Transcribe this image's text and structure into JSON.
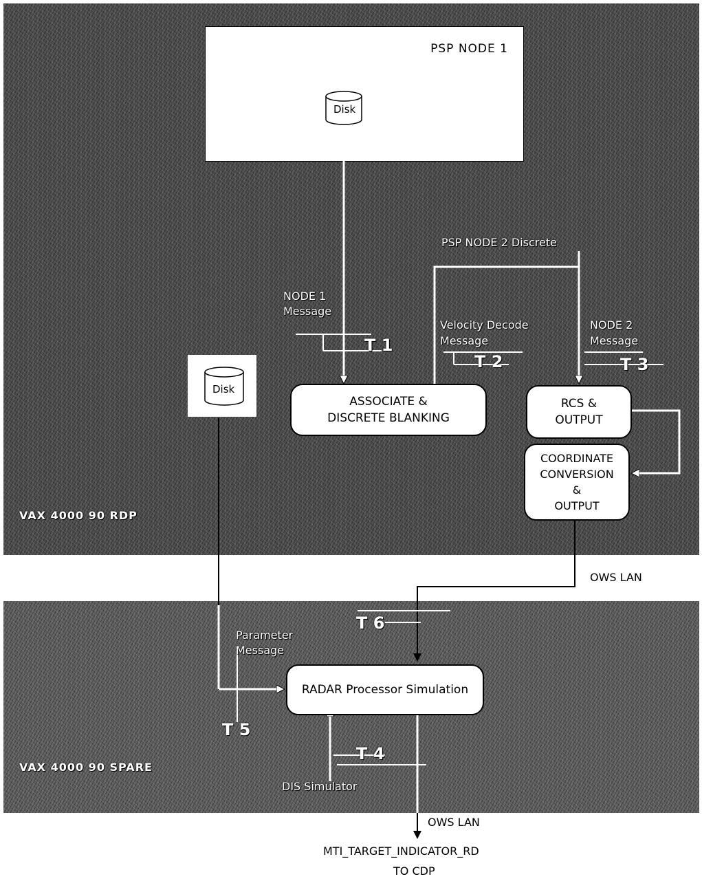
{
  "psp_node1": {
    "title": "PSP NODE 1",
    "disk_label": "Disk"
  },
  "vax_rdp": {
    "disk_label": "Disk",
    "label": "VAX 4000 90 RDP"
  },
  "vax_spare": {
    "label": "VAX 4000 90 SPARE"
  },
  "processes": {
    "associate": [
      "ASSOCIATE &",
      "DISCRETE BLANKING"
    ],
    "rcs": [
      "RCS &",
      "OUTPUT"
    ],
    "coord": [
      "COORDINATE",
      "CONVERSION",
      "&",
      "OUTPUT"
    ],
    "radar": "RADAR Processor Simulation"
  },
  "messages": {
    "psp_node2_discrete": "PSP NODE 2 Discrete",
    "node1": [
      "NODE 1",
      "Message"
    ],
    "velocity": [
      "Velocity Decode",
      "Message"
    ],
    "node2": [
      "NODE 2",
      "Message"
    ],
    "parameter": [
      "Parameter",
      "Message"
    ],
    "dis_simulator": "DIS Simulator"
  },
  "taps": {
    "t1": "T 1",
    "t2": "T 2",
    "t3": "T 3",
    "t4": "T 4",
    "t5": "T 5",
    "t6": "T 6"
  },
  "network": {
    "ows_lan_1": "OWS LAN",
    "ows_lan_2": "OWS LAN"
  },
  "output": {
    "line1": "MTI_TARGET_INDICATOR_RD",
    "line2": "TO CDP"
  }
}
